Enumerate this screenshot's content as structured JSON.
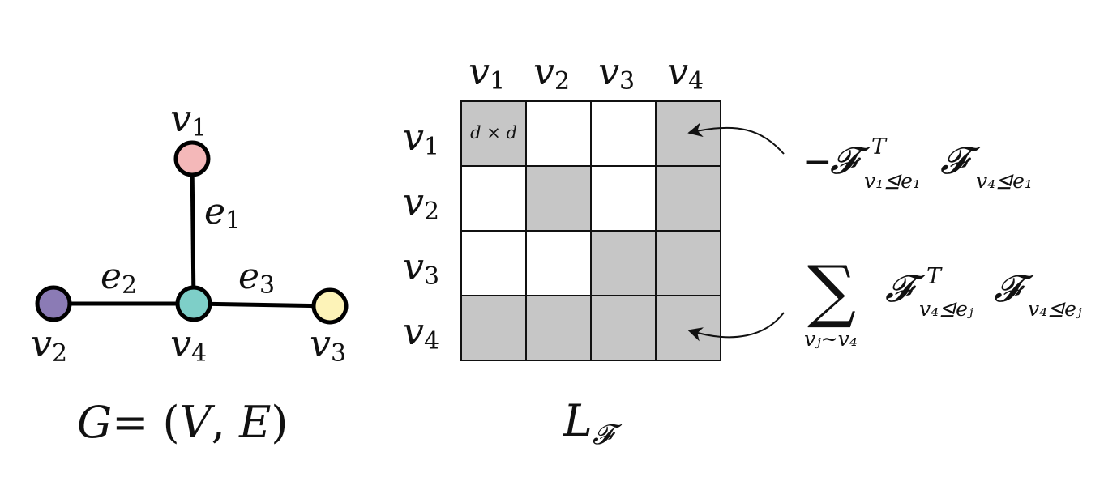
{
  "graph": {
    "caption_lhs": "G",
    "caption_eq": "= (",
    "caption_v": "V",
    "caption_comma": ", ",
    "caption_e": "E",
    "caption_close": ")",
    "nodes": [
      {
        "id": "v1",
        "base": "v",
        "sub": "1",
        "fill": "#f4b8b9"
      },
      {
        "id": "v2",
        "base": "v",
        "sub": "2",
        "fill": "#8b7bb5"
      },
      {
        "id": "v3",
        "base": "v",
        "sub": "3",
        "fill": "#fdf3b8"
      },
      {
        "id": "v4",
        "base": "v",
        "sub": "4",
        "fill": "#7ecfc8"
      }
    ],
    "edges": [
      {
        "id": "e1",
        "base": "e",
        "sub": "1",
        "from": "v1",
        "to": "v4"
      },
      {
        "id": "e2",
        "base": "e",
        "sub": "2",
        "from": "v2",
        "to": "v4"
      },
      {
        "id": "e3",
        "base": "e",
        "sub": "3",
        "from": "v4",
        "to": "v3"
      }
    ]
  },
  "matrix": {
    "caption_base": "L",
    "caption_sub": "𝓕",
    "block_label": "d × d",
    "row_labels": [
      {
        "base": "v",
        "sub": "1"
      },
      {
        "base": "v",
        "sub": "2"
      },
      {
        "base": "v",
        "sub": "3"
      },
      {
        "base": "v",
        "sub": "4"
      }
    ],
    "col_labels": [
      {
        "base": "v",
        "sub": "1"
      },
      {
        "base": "v",
        "sub": "2"
      },
      {
        "base": "v",
        "sub": "3"
      },
      {
        "base": "v",
        "sub": "4"
      }
    ],
    "filled": [
      [
        1,
        0,
        0,
        1
      ],
      [
        0,
        1,
        0,
        1
      ],
      [
        0,
        0,
        1,
        1
      ],
      [
        1,
        1,
        1,
        1
      ]
    ],
    "fill_color": "#c6c6c6",
    "empty_color": "#ffffff"
  },
  "annotations": {
    "offdiag": {
      "minus": "−",
      "F1": "𝓕",
      "sup1": "T",
      "sub1": "v₁⊴e₁",
      "F2": "𝓕",
      "sub2": "v₄⊴e₁"
    },
    "diag": {
      "sum": "∑",
      "sum_under": "vⱼ∼v₄",
      "F1": "𝓕",
      "sup1": "T",
      "sub1": "v₄⊴eⱼ",
      "F2": "𝓕",
      "sub2": "v₄⊴eⱼ"
    }
  }
}
